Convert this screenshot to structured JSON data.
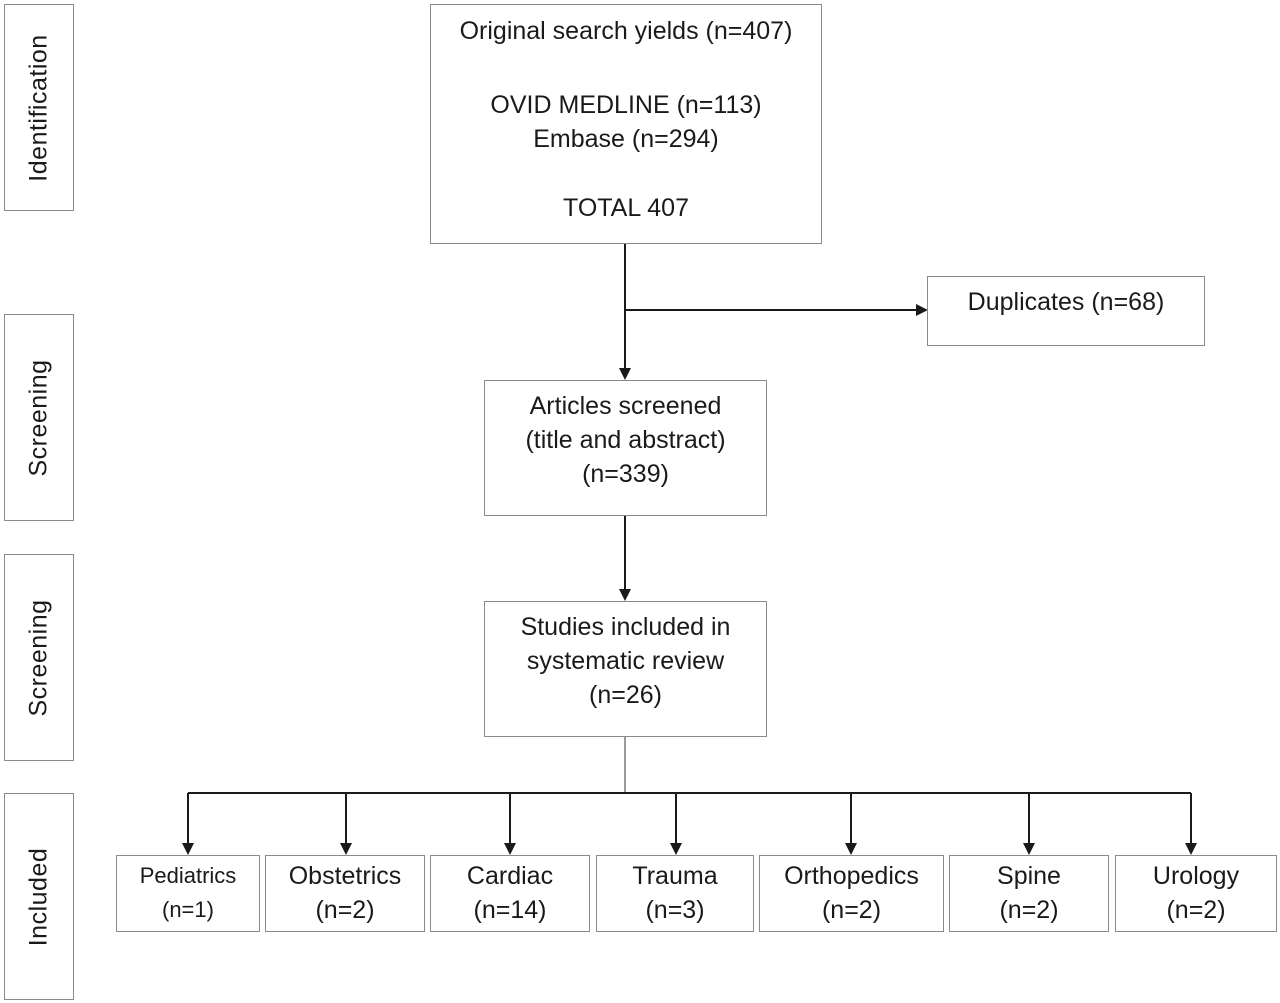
{
  "phases": [
    {
      "label": "Identification"
    },
    {
      "label": "Screening"
    },
    {
      "label": "Screening"
    },
    {
      "label": "Included"
    }
  ],
  "identification": {
    "lines": [
      "Original search yields (n=407)",
      "OVID MEDLINE (n=113)",
      "Embase (n=294)",
      "TOTAL 407"
    ]
  },
  "duplicates": {
    "label": "Duplicates (n=68)"
  },
  "screened": {
    "lines": [
      "Articles screened",
      "(title and abstract)",
      "(n=339)"
    ]
  },
  "included": {
    "lines": [
      "Studies included in",
      "systematic review",
      "(n=26)"
    ]
  },
  "categories": [
    {
      "name": "Pediatrics",
      "count": "(n=1)"
    },
    {
      "name": "Obstetrics",
      "count": "(n=2)"
    },
    {
      "name": "Cardiac",
      "count": "(n=14)"
    },
    {
      "name": "Trauma",
      "count": "(n=3)"
    },
    {
      "name": "Orthopedics",
      "count": "(n=2)"
    },
    {
      "name": "Spine",
      "count": "(n=2)"
    },
    {
      "name": "Urology",
      "count": "(n=2)"
    }
  ]
}
